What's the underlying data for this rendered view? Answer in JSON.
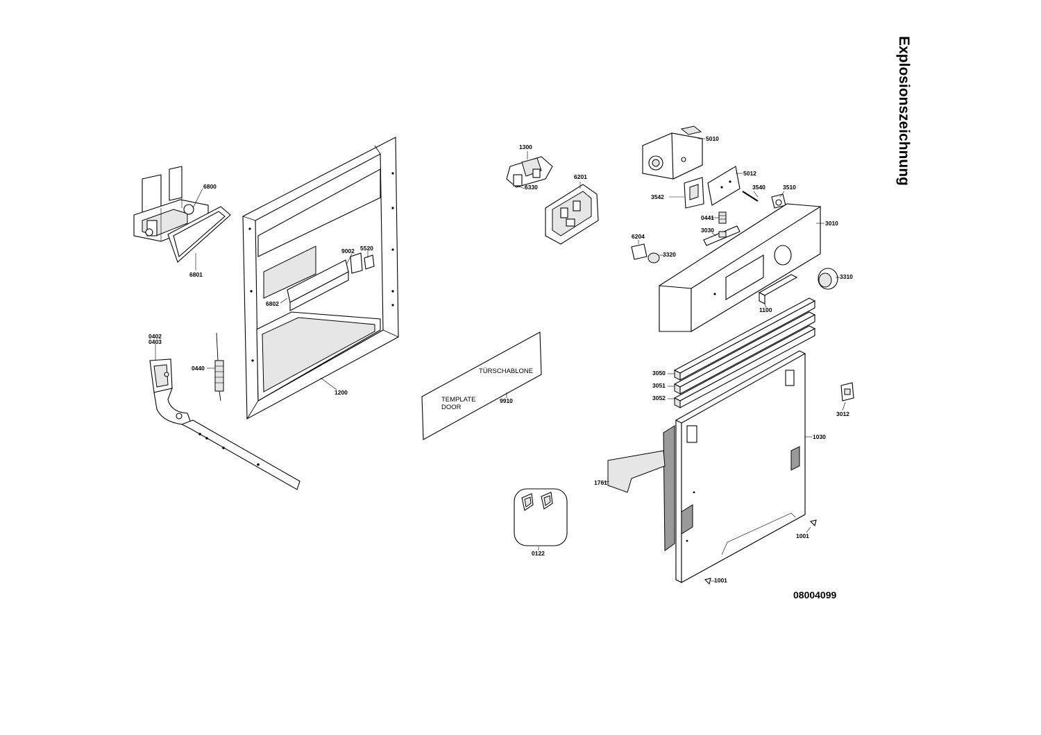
{
  "title": "Explosionszeichnung",
  "drawing_number": "08004099",
  "template_card": {
    "label_de": "TÜRSCHABLONE",
    "label_en_line1": "TEMPLATE",
    "label_en_line2": "DOOR"
  },
  "part_labels": {
    "p6800": "6800",
    "p6801": "6801",
    "p0402": "0402",
    "p0403": "0403",
    "p0440": "0440",
    "p1200": "1200",
    "p9002": "9002",
    "p5520": "5520",
    "p6802": "6802",
    "p1300": "1300",
    "p6330": "6330",
    "p6201": "6201",
    "p9910": "9910",
    "p5010": "5010",
    "p5012": "5012",
    "p3542": "3542",
    "p3540": "3540",
    "p3510": "3510",
    "p0441": "0441",
    "p3030": "3030",
    "p3010": "3010",
    "p6204": "6204",
    "p3320": "3320",
    "p3310": "3310",
    "p1100": "1100",
    "p3050": "3050",
    "p3051": "3051",
    "p3052": "3052",
    "p3012": "3012",
    "p1030": "1030",
    "p1761": "1761",
    "p0122": "0122",
    "p1001a": "1001",
    "p1001b": "1001"
  }
}
